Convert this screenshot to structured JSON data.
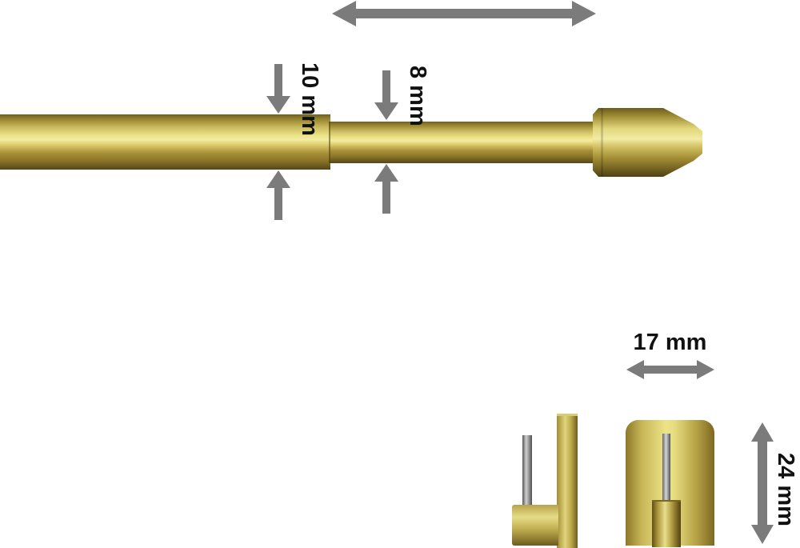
{
  "labels": {
    "rod_outer_diameter": "10 mm",
    "rod_inner_diameter": "8 mm",
    "bracket_width": "17 mm",
    "bracket_height": "24 mm"
  },
  "icons": {
    "rod_span_arrow": "double-headed-horizontal-arrow",
    "outer_diameter_arrows": "arrow-down / arrow-up",
    "inner_diameter_arrows": "arrow-down / arrow-up",
    "bracket_width_arrow": "double-headed-horizontal-arrow",
    "bracket_height_arrow": "double-headed-vertical-arrow"
  },
  "colors": {
    "brass": "#b9a33f",
    "brass_highlight": "#f3eca2",
    "brass_shadow": "#554716",
    "dimension_gray": "#7b7b7b",
    "steel_pin": "#9b9b9b",
    "background": "#ffffff",
    "label_text": "#111111"
  }
}
